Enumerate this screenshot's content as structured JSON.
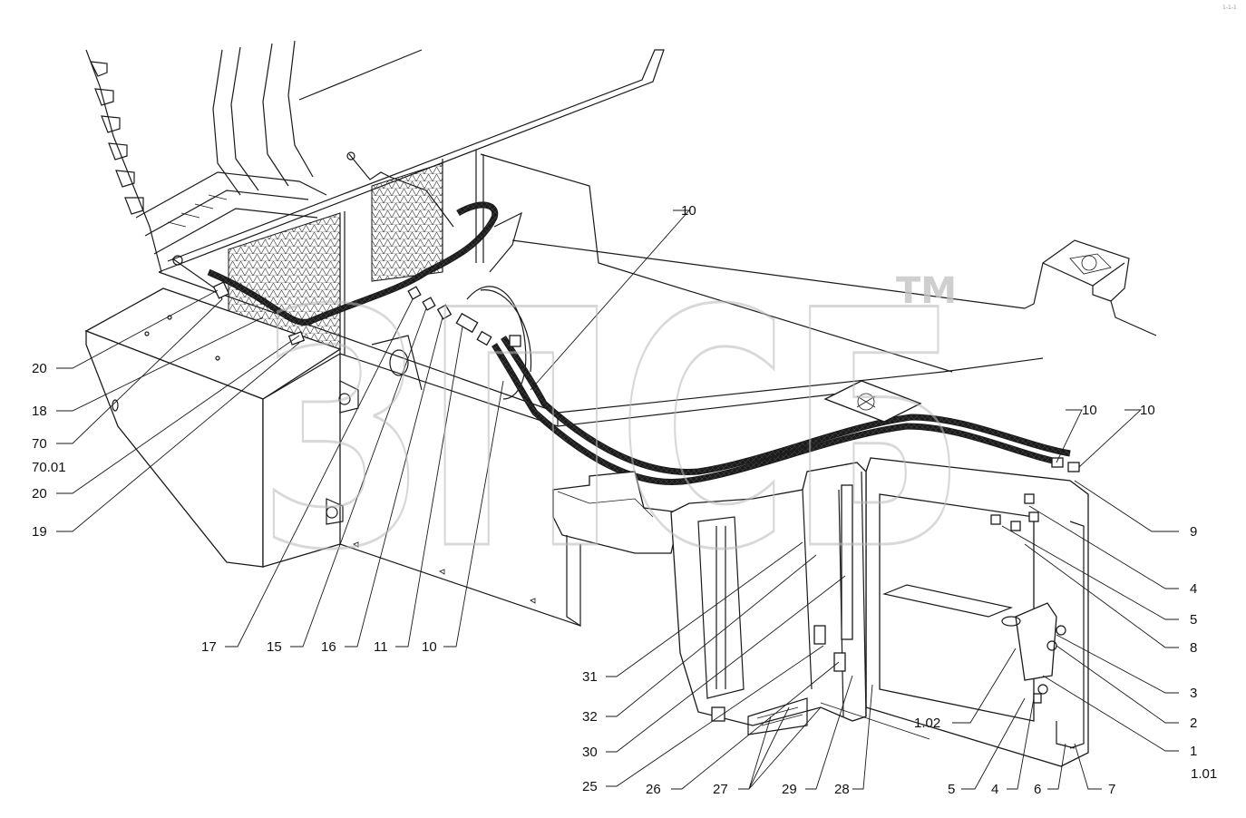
{
  "watermark": {
    "text": "ЗПСБ",
    "tm": "TM"
  },
  "corner_mark": "1-1-1",
  "callouts": [
    {
      "id": "c-10-top",
      "label": "10"
    },
    {
      "id": "c-10-r1",
      "label": "10"
    },
    {
      "id": "c-10-r2",
      "label": "10"
    },
    {
      "id": "c-9",
      "label": "9"
    },
    {
      "id": "c-4-r",
      "label": "4"
    },
    {
      "id": "c-5-r",
      "label": "5"
    },
    {
      "id": "c-8",
      "label": "8"
    },
    {
      "id": "c-3",
      "label": "3"
    },
    {
      "id": "c-2",
      "label": "2"
    },
    {
      "id": "c-1",
      "label": "1"
    },
    {
      "id": "c-1-01",
      "label": "1.01"
    },
    {
      "id": "c-20-a",
      "label": "20"
    },
    {
      "id": "c-18",
      "label": "18"
    },
    {
      "id": "c-70",
      "label": "70"
    },
    {
      "id": "c-70-01",
      "label": "70.01"
    },
    {
      "id": "c-20-b",
      "label": "20"
    },
    {
      "id": "c-19",
      "label": "19"
    },
    {
      "id": "c-17",
      "label": "17"
    },
    {
      "id": "c-15",
      "label": "15"
    },
    {
      "id": "c-16",
      "label": "16"
    },
    {
      "id": "c-11",
      "label": "11"
    },
    {
      "id": "c-10-bot",
      "label": "10"
    },
    {
      "id": "c-31",
      "label": "31"
    },
    {
      "id": "c-32",
      "label": "32"
    },
    {
      "id": "c-30",
      "label": "30"
    },
    {
      "id": "c-25",
      "label": "25"
    },
    {
      "id": "c-26",
      "label": "26"
    },
    {
      "id": "c-27",
      "label": "27"
    },
    {
      "id": "c-29",
      "label": "29"
    },
    {
      "id": "c-28",
      "label": "28"
    },
    {
      "id": "c-1-02",
      "label": "1.02"
    },
    {
      "id": "c-5-b",
      "label": "5"
    },
    {
      "id": "c-4-b",
      "label": "4"
    },
    {
      "id": "c-6",
      "label": "6"
    },
    {
      "id": "c-7",
      "label": "7"
    }
  ]
}
